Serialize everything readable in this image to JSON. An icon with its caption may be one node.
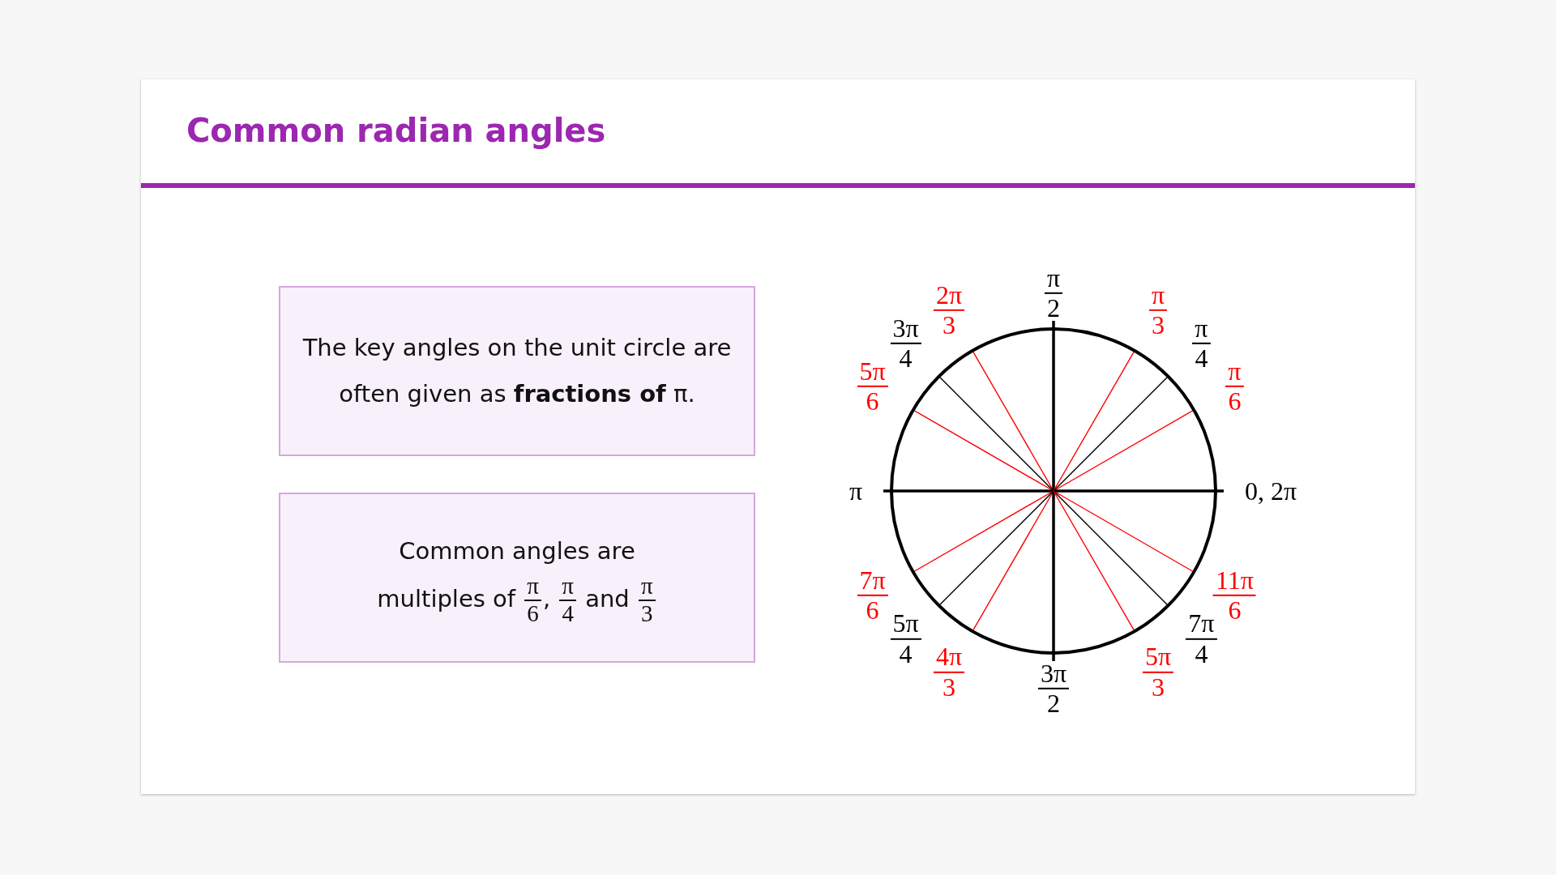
{
  "diagram": {
    "title": "Common radian angles",
    "nodes": [
      {
        "text": [
          "The key angles on the unit circle are often given as **fractions of** π."
        ]
      },
      {
        "text": [
          "Common angles are multiples of π 6, π 4 and π 3"
        ]
      }
    ],
    "edges": [],
    "labels": [
      "2π 3",
      "π 2",
      "π 3",
      "3π 4",
      "π 4",
      "5π 6",
      "π 6",
      "π",
      "0, 2π",
      "7π 6",
      "11π 6",
      "5π 4",
      "7π 4",
      "4π 3",
      "3π 2",
      "5π 3"
    ]
  }
}
